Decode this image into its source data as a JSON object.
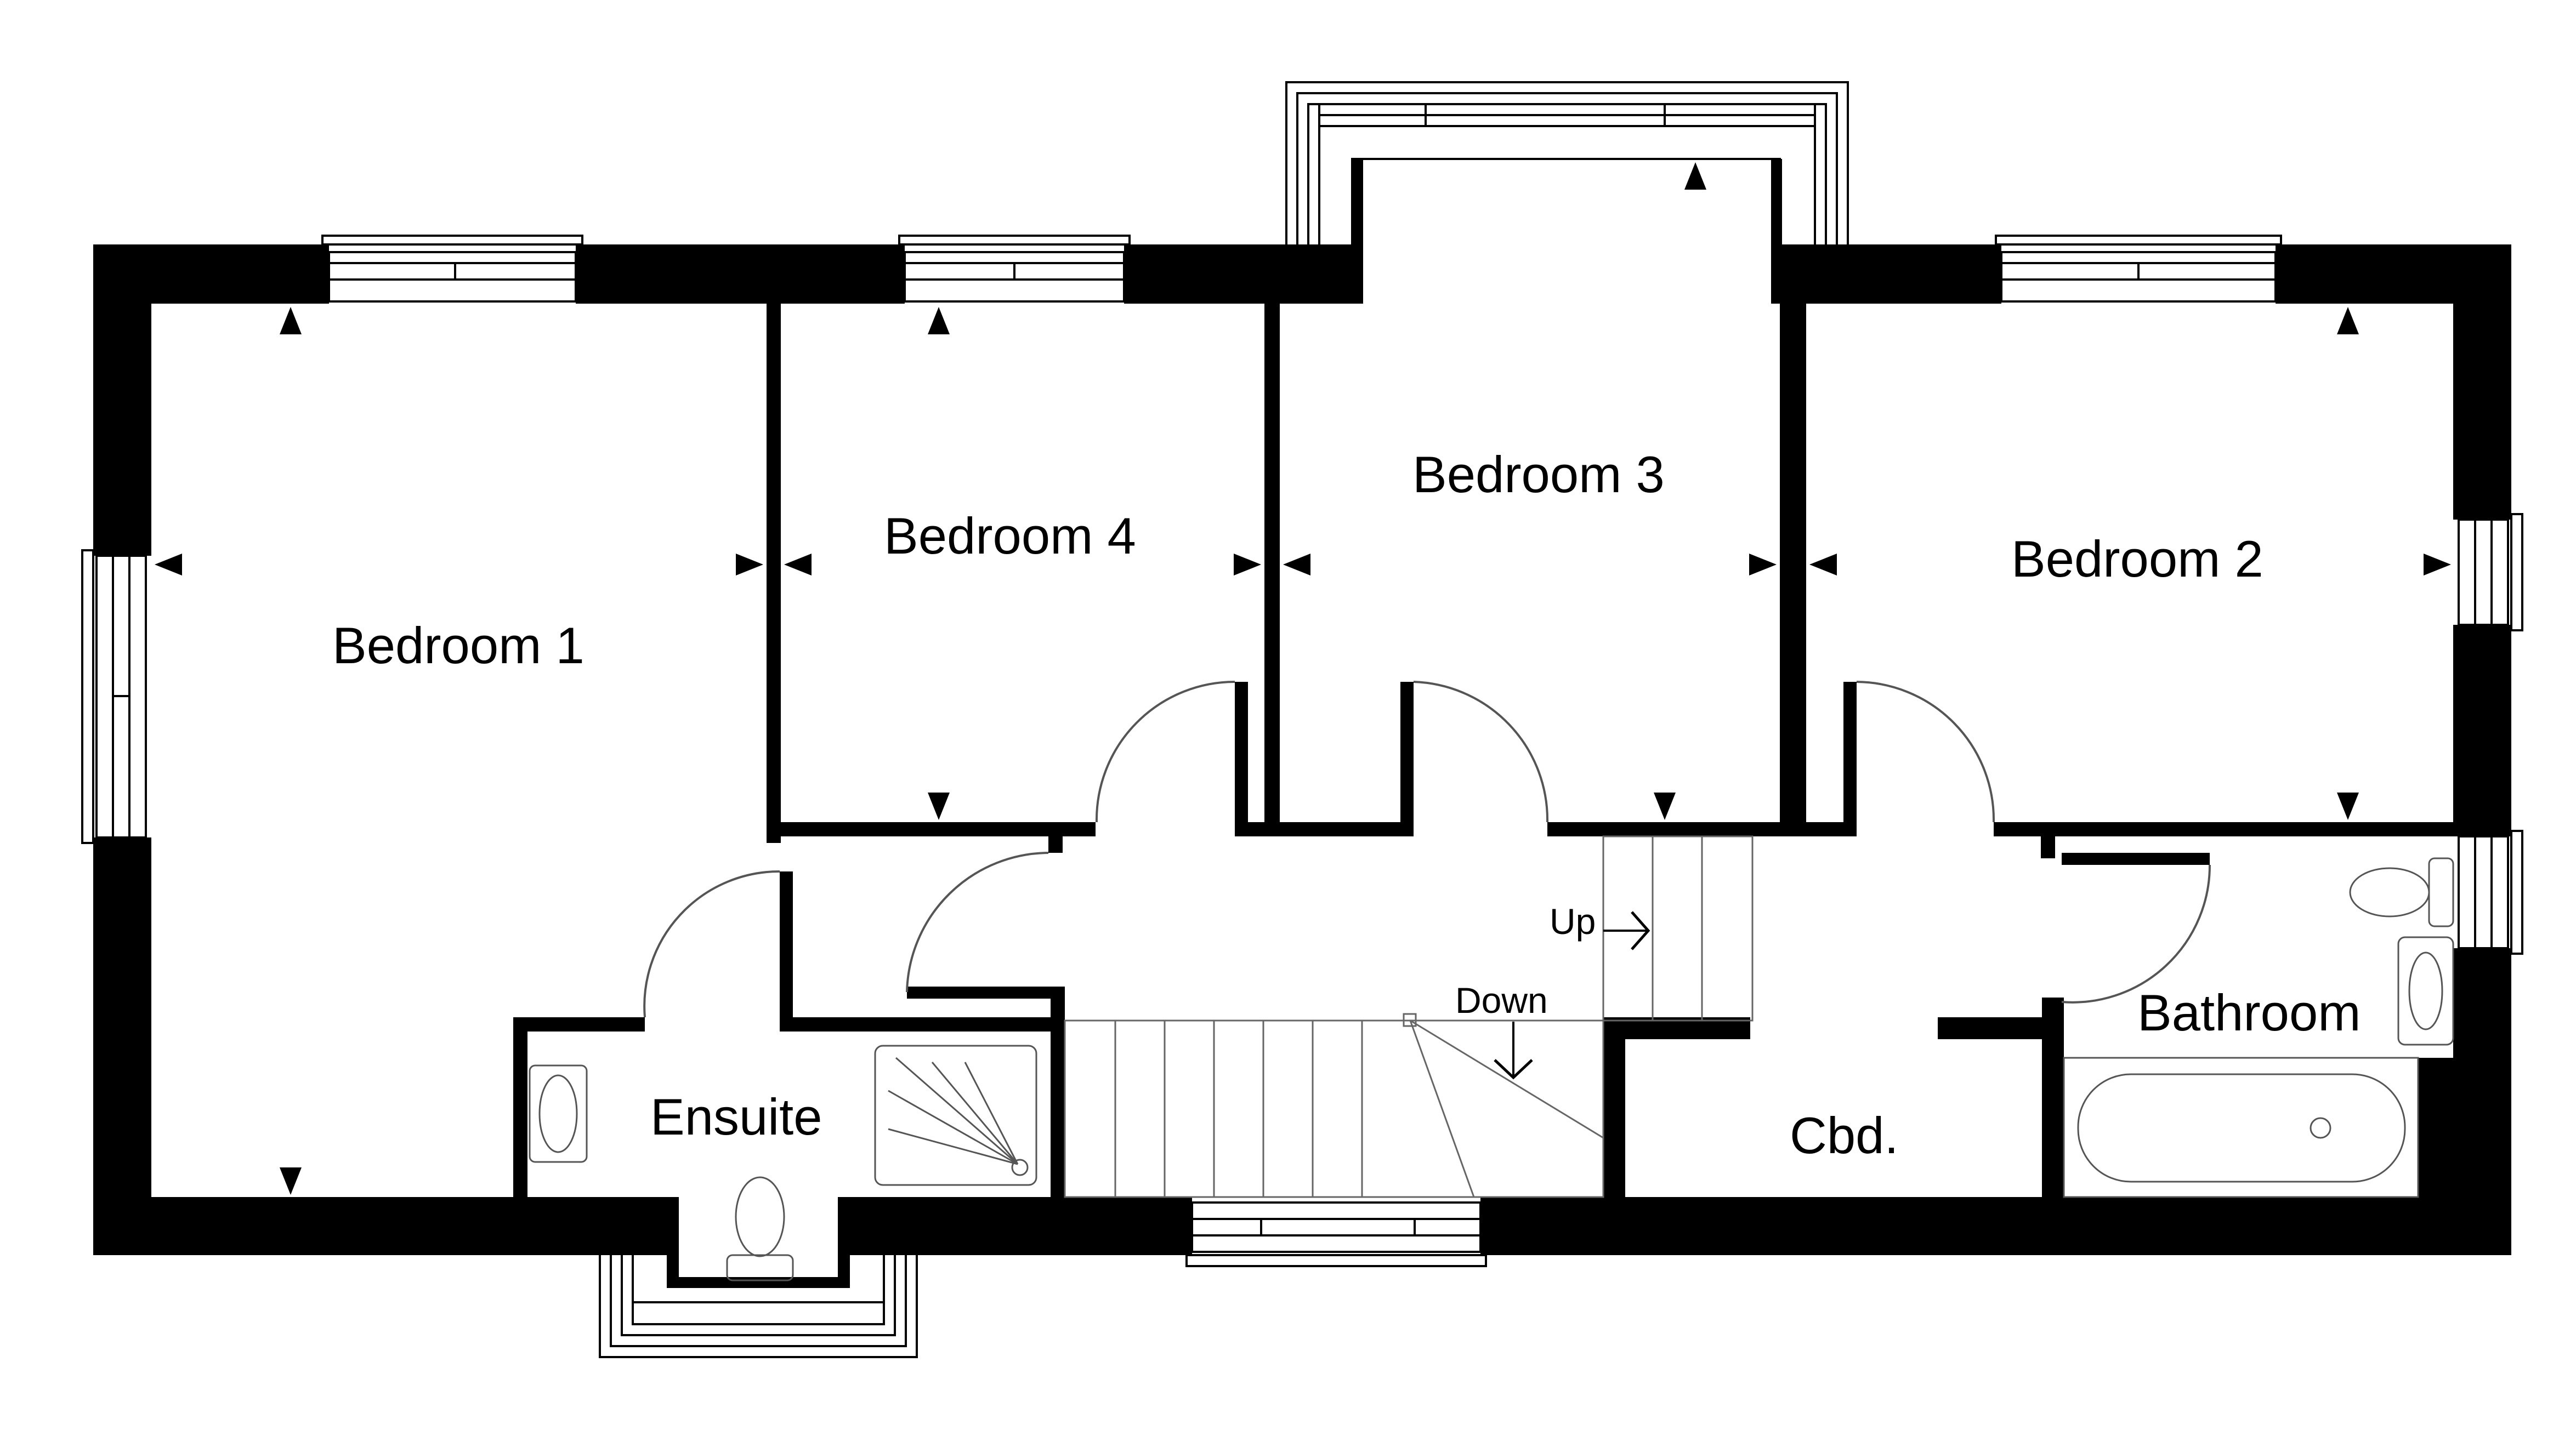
{
  "rooms": {
    "bedroom_1": "Bedroom 1",
    "bedroom_2": "Bedroom 2",
    "bedroom_3": "Bedroom 3",
    "bedroom_4": "Bedroom 4",
    "ensuite": "Ensuite",
    "bathroom": "Bathroom",
    "cupboard": "Cbd."
  },
  "stairs": {
    "up": "Up",
    "down": "Down"
  },
  "colors": {
    "wall": "#000000",
    "background": "#ffffff",
    "fixture_outline": "#777777"
  }
}
